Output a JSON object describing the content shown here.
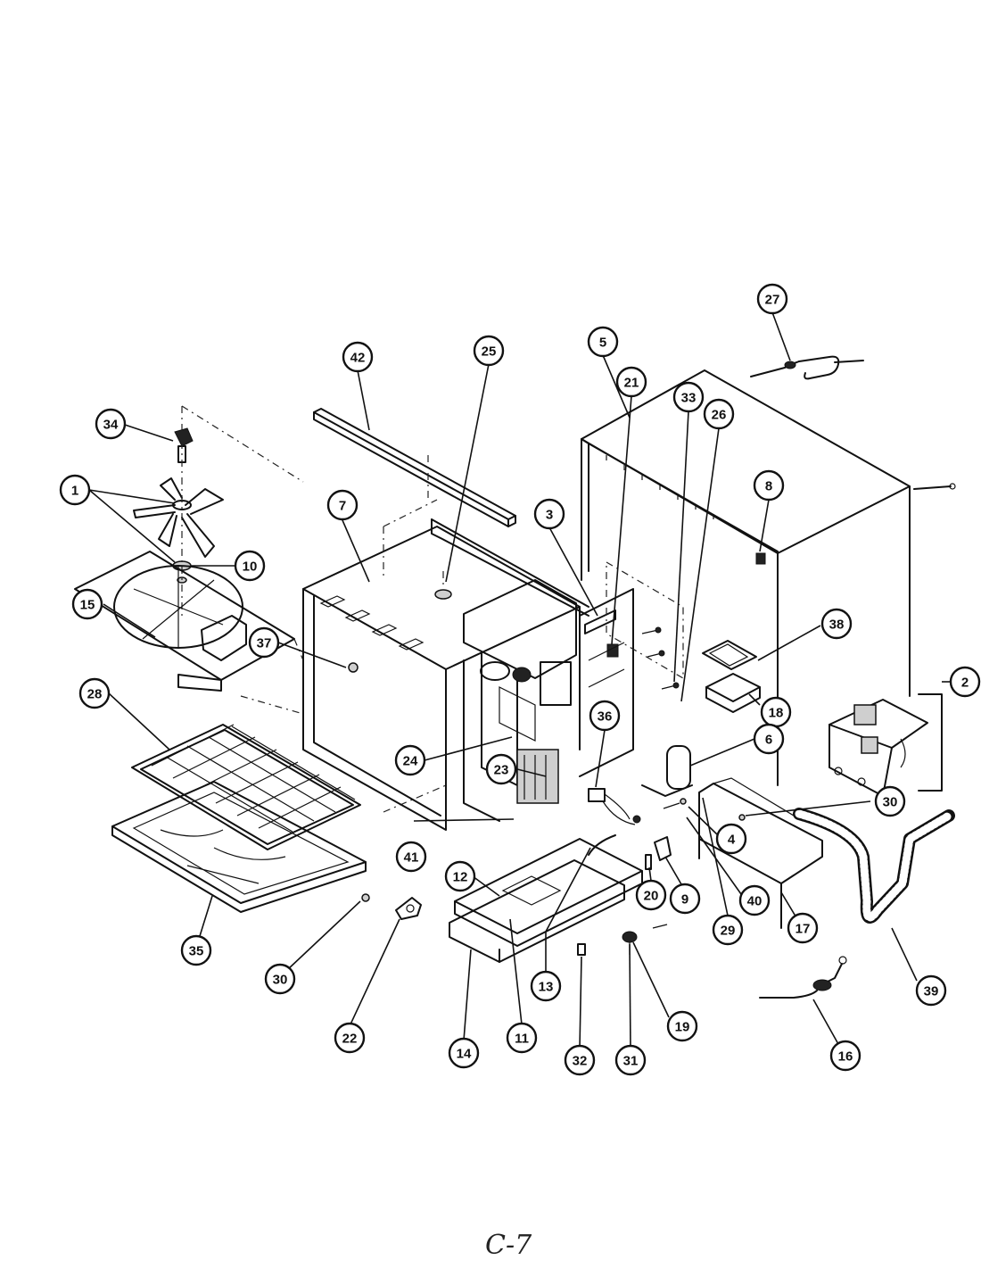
{
  "callouts": [
    {
      "label": "27"
    },
    {
      "label": "42"
    },
    {
      "label": "25"
    },
    {
      "label": "5"
    },
    {
      "label": "34"
    },
    {
      "label": "1"
    },
    {
      "label": "10"
    },
    {
      "label": "7"
    },
    {
      "label": "3"
    },
    {
      "label": "8"
    },
    {
      "label": "15"
    },
    {
      "label": "21"
    },
    {
      "label": "33"
    },
    {
      "label": "26"
    },
    {
      "label": "38"
    },
    {
      "label": "37"
    },
    {
      "label": "2"
    },
    {
      "label": "28"
    },
    {
      "label": "24"
    },
    {
      "label": "23"
    },
    {
      "label": "36"
    },
    {
      "label": "18"
    },
    {
      "label": "6"
    },
    {
      "label": "30"
    },
    {
      "label": "4"
    },
    {
      "label": "41"
    },
    {
      "label": "12"
    },
    {
      "label": "20"
    },
    {
      "label": "9"
    },
    {
      "label": "29"
    },
    {
      "label": "40"
    },
    {
      "label": "17"
    },
    {
      "label": "35"
    },
    {
      "label": "30"
    },
    {
      "label": "22"
    },
    {
      "label": "13"
    },
    {
      "label": "11"
    },
    {
      "label": "14"
    },
    {
      "label": "32"
    },
    {
      "label": "31"
    },
    {
      "label": "19"
    },
    {
      "label": "39"
    },
    {
      "label": "16"
    }
  ],
  "page_mark": "C-7"
}
